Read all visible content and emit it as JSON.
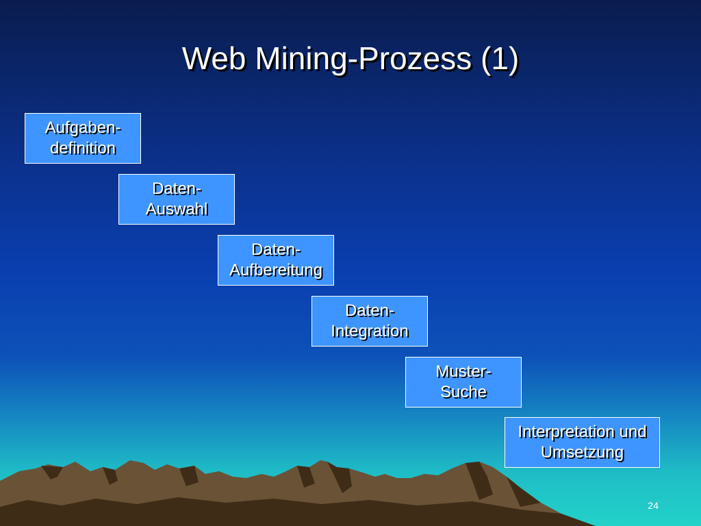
{
  "slide": {
    "title": "Web Mining-Prozess (1)",
    "page_number": "24"
  },
  "steps": [
    {
      "line1": "Aufgaben-",
      "line2": "definition"
    },
    {
      "line1": "Daten-",
      "line2": "Auswahl"
    },
    {
      "line1": "Daten-",
      "line2": "Aufbereitung"
    },
    {
      "line1": "Daten-",
      "line2": "Integration"
    },
    {
      "line1": "Muster-",
      "line2": "Suche"
    },
    {
      "line1": "Interpretation und",
      "line2": "Umsetzung"
    }
  ],
  "colors": {
    "box_fill": "#3f95ff",
    "box_border": "#ffffff",
    "mountain": "#6a5236",
    "mountain_shadow": "#3f2c17"
  }
}
